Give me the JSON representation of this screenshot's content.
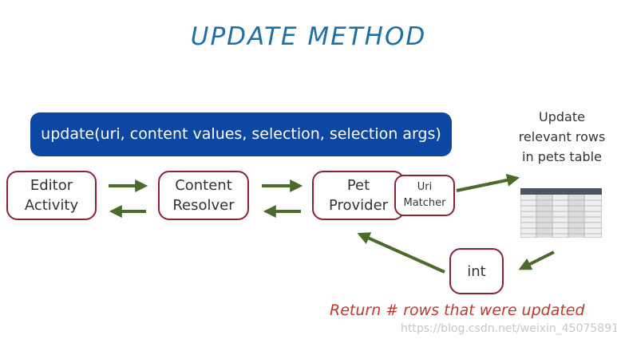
{
  "title": "UPDATE METHOD",
  "banner": "update(uri, content values, selection, selection args)",
  "nodes": {
    "editor": [
      "Editor",
      "Activity"
    ],
    "resolver": [
      "Content",
      "Resolver"
    ],
    "provider": [
      "Pet",
      "Provider"
    ],
    "matcher": [
      "Uri",
      "Matcher"
    ],
    "result": "int"
  },
  "note": [
    "Update",
    "relevant rows",
    "in pets table"
  ],
  "caption": "Return # rows that were updated",
  "watermark": "https://blog.csdn.net/weixin_45075891",
  "colors": {
    "title": "#1d6fa8",
    "banner": "#0c48a3",
    "node_border": "#8a2434",
    "arrow": "#4a6b2a",
    "caption": "#c0392b"
  }
}
